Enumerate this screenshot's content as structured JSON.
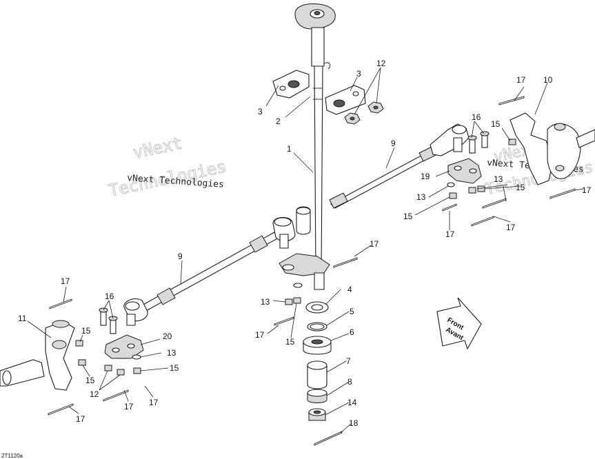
{
  "watermark": {
    "line1": "vNext",
    "line2": "Technologies",
    "small": "vNext Technologies"
  },
  "front_arrow": {
    "line1": "Front",
    "line2": "Avant"
  },
  "drawing_code": "2T1120a",
  "callouts": {
    "c1": "1",
    "c2": "2",
    "c3a": "3",
    "c3b": "3",
    "c4": "4",
    "c5": "5",
    "c6": "6",
    "c7": "7",
    "c8": "8",
    "c9a": "9",
    "c9b": "9",
    "c10": "10",
    "c11": "11",
    "c12a": "12",
    "c12b": "12",
    "c13a": "13",
    "c13b": "13",
    "c13c": "13",
    "c13d": "13",
    "c14": "14",
    "c15a": "15",
    "c15b": "15",
    "c15c": "15",
    "c15d": "15",
    "c15e": "15",
    "c15f": "15",
    "c15g": "15",
    "c15h": "15",
    "c16a": "16",
    "c16b": "16",
    "c17a": "17",
    "c17b": "17",
    "c17c": "17",
    "c17d": "17",
    "c17e": "17",
    "c17f": "17",
    "c17g": "17",
    "c17h": "17",
    "c17i": "17",
    "c17j": "17",
    "c18": "18",
    "c19": "19",
    "c20": "20"
  }
}
